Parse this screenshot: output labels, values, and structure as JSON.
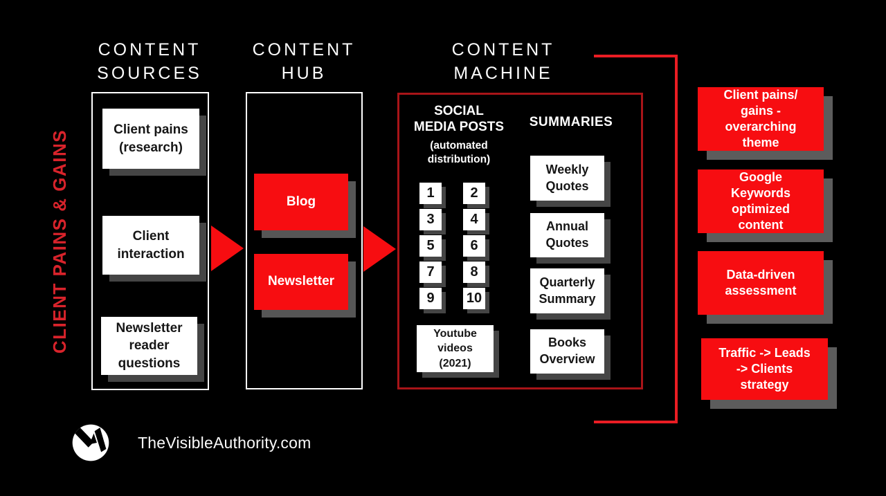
{
  "side_label": "CLIENT PAINS & GAINS",
  "colors": {
    "background": "#000000",
    "accent_red": "#f70d11",
    "border_red": "#a81418",
    "bracket_red": "#ea1d23",
    "side_label_red": "#d8232b",
    "card_white": "#ffffff",
    "shadow_gray": "#555555",
    "text_white": "#ffffff",
    "text_dark": "#161616"
  },
  "sources": {
    "title": "CONTENT\nSOURCES",
    "items": [
      {
        "label": "Client pains\n(research)"
      },
      {
        "label": "Client\ninteraction"
      },
      {
        "label": "Newsletter\nreader\nquestions"
      }
    ]
  },
  "hub": {
    "title": "CONTENT\nHUB",
    "items": [
      {
        "label": "Blog"
      },
      {
        "label": "Newsletter"
      }
    ]
  },
  "machine": {
    "title": "CONTENT\nMACHINE",
    "social": {
      "heading": "SOCIAL\nMEDIA POSTS",
      "subheading": "(automated\ndistribution)",
      "numbers": [
        "1",
        "2",
        "3",
        "4",
        "5",
        "6",
        "7",
        "8",
        "9",
        "10"
      ],
      "video_box": "Youtube\nvideos\n(2021)"
    },
    "summaries": {
      "heading": "SUMMARIES",
      "items": [
        {
          "label": "Weekly\nQuotes"
        },
        {
          "label": "Annual\nQuotes"
        },
        {
          "label": "Quarterly\nSummary"
        },
        {
          "label": "Books\nOverview"
        }
      ]
    }
  },
  "outcomes": {
    "items": [
      {
        "label": "Client pains/\ngains -\noverarching\ntheme"
      },
      {
        "label": "Google\nKeywords\noptimized\ncontent"
      },
      {
        "label": "Data-driven\nassessment"
      },
      {
        "label": "Traffic -> Leads\n-> Clients\nstrategy"
      }
    ]
  },
  "footer": {
    "website": "TheVisibleAuthority.com",
    "logo": "va-monogram"
  }
}
